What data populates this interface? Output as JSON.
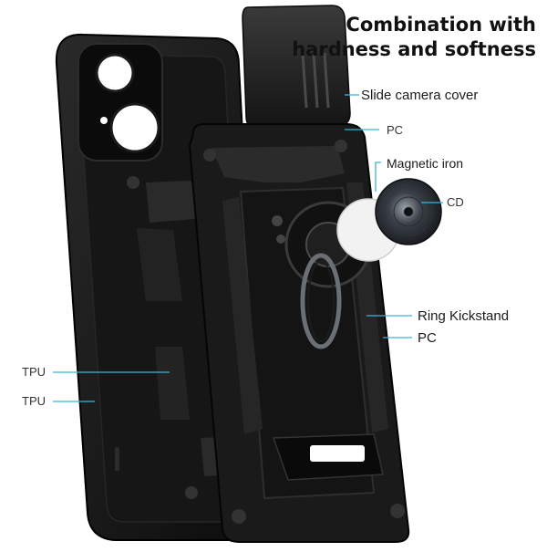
{
  "heading": {
    "line1": "Combination with",
    "line2": "hardness and softness"
  },
  "callouts": {
    "slide_camera_cover": "Slide camera cover",
    "pc_top": "PC",
    "magnetic_iron": "Magnetic iron",
    "cd": "CD",
    "ring_kickstand": "Ring Kickstand",
    "pc_bottom": "PC",
    "tpu_top": "TPU",
    "tpu_bottom": "TPU"
  },
  "colors": {
    "callout_line": "#39b4dc",
    "case_body": "#111111",
    "background": "#ffffff"
  }
}
